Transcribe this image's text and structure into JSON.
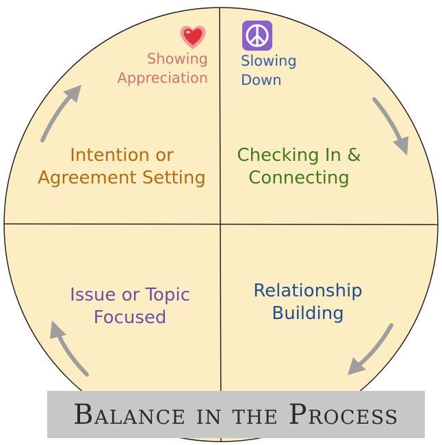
{
  "colors": {
    "circle_fill": "#fdedc3",
    "outline": "#222222",
    "arrow": "#9e9e9e",
    "banner_bg": "#c7c7c7"
  },
  "quadrants": {
    "top_left": {
      "line1": "Intention or",
      "line2": "Agreement Setting",
      "color": "#b56b12"
    },
    "top_right": {
      "line1": "Checking In &",
      "line2": "Connecting",
      "color": "#3f7a1c"
    },
    "bottom_left": {
      "line1": "Issue or Topic",
      "line2": "Focused",
      "color": "#6e4fa8"
    },
    "bottom_right": {
      "line1": "Relationship",
      "line2": "Building",
      "color": "#1e4f8f"
    }
  },
  "annotations": {
    "appreciation": {
      "line1": "Showing",
      "line2": "Appreciation",
      "icon": "heart-icon",
      "color": "#d4726e"
    },
    "slowing": {
      "line1": "Slowing",
      "line2": "Down",
      "icon": "peace-icon",
      "color": "#2f5ea8"
    }
  },
  "banner": {
    "title": "Balance in the Process"
  }
}
